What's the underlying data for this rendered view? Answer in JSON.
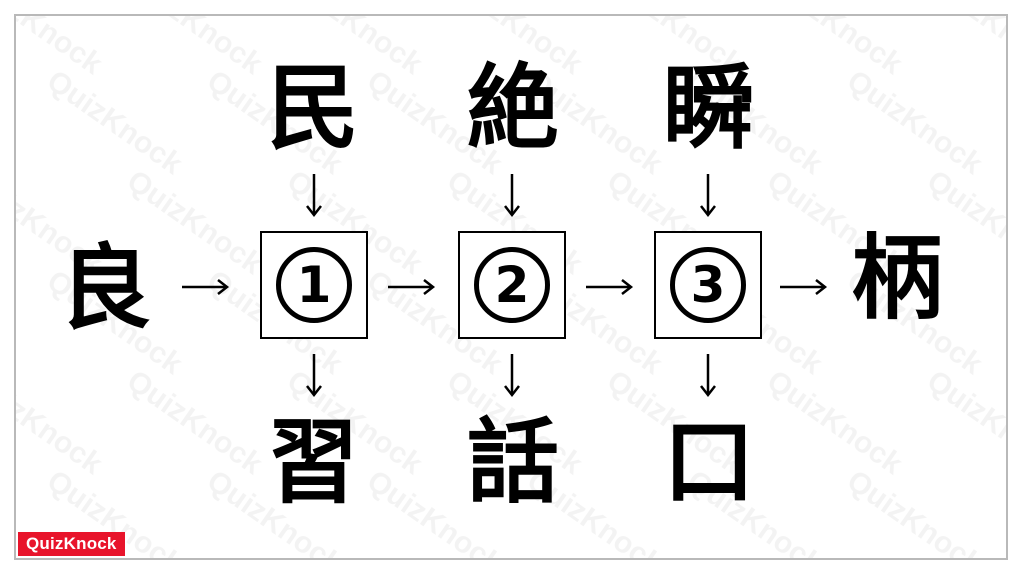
{
  "puzzle": {
    "left": "良",
    "right": "柄",
    "top": [
      "民",
      "絶",
      "瞬"
    ],
    "bottom": [
      "習",
      "話",
      "口"
    ],
    "blanks": [
      "1",
      "2",
      "3"
    ]
  },
  "watermark_text": "QuizKnock",
  "logo_text": "QuizKnock",
  "colors": {
    "logo_bg": "#e8142b",
    "text": "#000000",
    "frame_border": "#b9b9b9"
  }
}
